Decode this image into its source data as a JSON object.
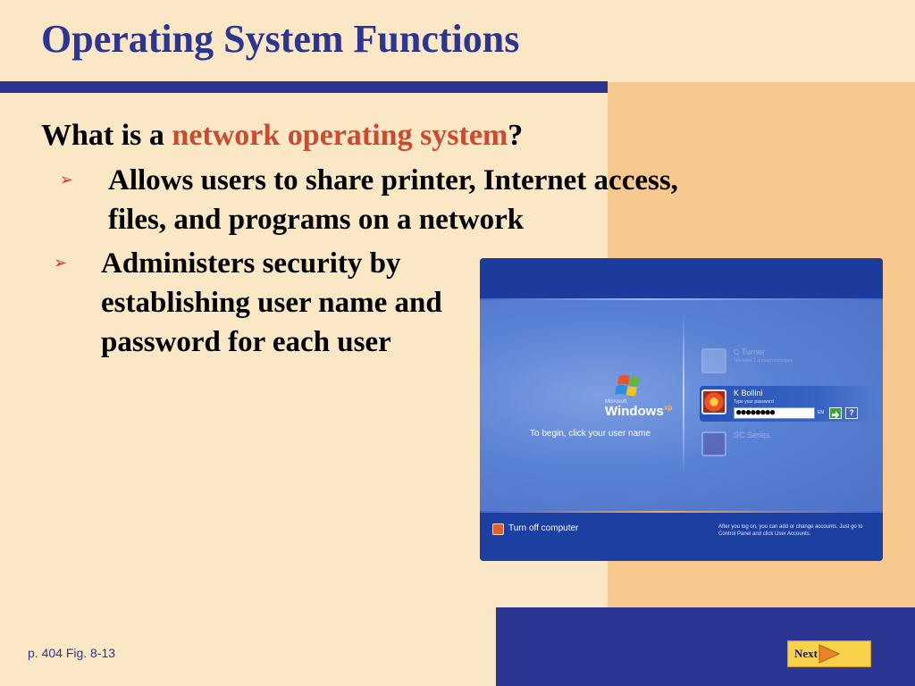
{
  "slide": {
    "title": "Operating System Functions",
    "question_prefix": "What is a ",
    "question_highlight": "network operating system",
    "question_suffix": "?",
    "bullets": [
      {
        "text": "Allows users to share printer, Internet access, files, and programs on a network"
      },
      {
        "text": "Administers security by establishing user name and password for each user"
      }
    ],
    "caption": "p. 404 Fig. 8-13",
    "next_label": "Next"
  },
  "screenshot": {
    "brand_small": "Microsoft",
    "brand": "Windows",
    "brand_suffix": "xp",
    "begin_text": "To begin, click your user name",
    "users": [
      {
        "name": "C Turner",
        "subtitle": "You have 1 unread messages",
        "icon": "snowflake-avatar",
        "selected": false
      },
      {
        "name": "K Bollini",
        "subtitle": "Type your password",
        "icon": "flower-avatar",
        "selected": true
      },
      {
        "name": "SC Series",
        "subtitle": "",
        "icon": "chess-avatar",
        "selected": false
      }
    ],
    "password_value": "●●●●●●●●",
    "language_indicator": "EN",
    "help_label": "?",
    "turn_off_label": "Turn off computer",
    "info_text": "After you log on, you can add or change accounts. Just go to Control Panel and click User Accounts."
  },
  "colors": {
    "title": "#2d3592",
    "highlight": "#cc4a2e",
    "background": "#f9e7c6",
    "accent_panel": "#f8c98e",
    "band": "#2d3592"
  }
}
